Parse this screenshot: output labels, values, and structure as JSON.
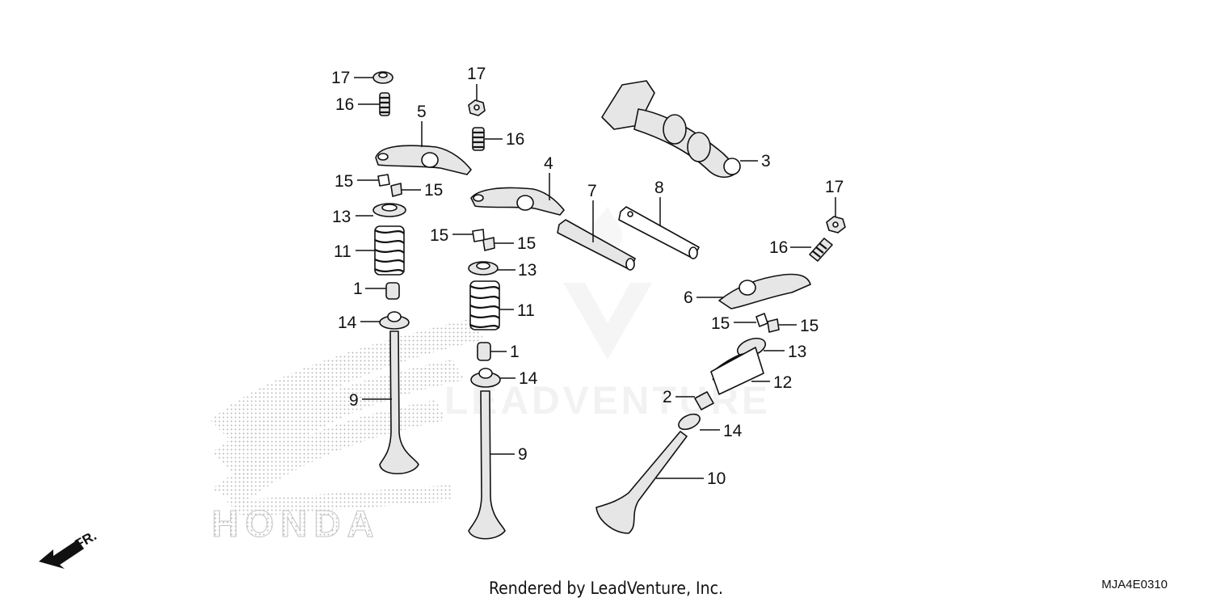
{
  "diagram": {
    "code": "MJA4E0310",
    "footer": "Rendered by LeadVenture, Inc.",
    "direction_label": "FR.",
    "watermark_brand": "HONDA",
    "watermark_text": "LEADVENTURE",
    "callouts": [
      {
        "id": "c17a",
        "label": "17"
      },
      {
        "id": "c16a",
        "label": "16"
      },
      {
        "id": "c5",
        "label": "5"
      },
      {
        "id": "c15a",
        "label": "15"
      },
      {
        "id": "c15b",
        "label": "15"
      },
      {
        "id": "c13a",
        "label": "13"
      },
      {
        "id": "c11a",
        "label": "11"
      },
      {
        "id": "c1a",
        "label": "1"
      },
      {
        "id": "c14a",
        "label": "14"
      },
      {
        "id": "c9a",
        "label": "9"
      },
      {
        "id": "c17b",
        "label": "17"
      },
      {
        "id": "c16b",
        "label": "16"
      },
      {
        "id": "c4",
        "label": "4"
      },
      {
        "id": "c15c",
        "label": "15"
      },
      {
        "id": "c15d",
        "label": "15"
      },
      {
        "id": "c13b",
        "label": "13"
      },
      {
        "id": "c11b",
        "label": "11"
      },
      {
        "id": "c1b",
        "label": "1"
      },
      {
        "id": "c14b",
        "label": "14"
      },
      {
        "id": "c9b",
        "label": "9"
      },
      {
        "id": "c3",
        "label": "3"
      },
      {
        "id": "c7",
        "label": "7"
      },
      {
        "id": "c8",
        "label": "8"
      },
      {
        "id": "c17c",
        "label": "17"
      },
      {
        "id": "c16c",
        "label": "16"
      },
      {
        "id": "c6",
        "label": "6"
      },
      {
        "id": "c15e",
        "label": "15"
      },
      {
        "id": "c15f",
        "label": "15"
      },
      {
        "id": "c13c",
        "label": "13"
      },
      {
        "id": "c12",
        "label": "12"
      },
      {
        "id": "c2",
        "label": "2"
      },
      {
        "id": "c14c",
        "label": "14"
      },
      {
        "id": "c10",
        "label": "10"
      }
    ]
  }
}
